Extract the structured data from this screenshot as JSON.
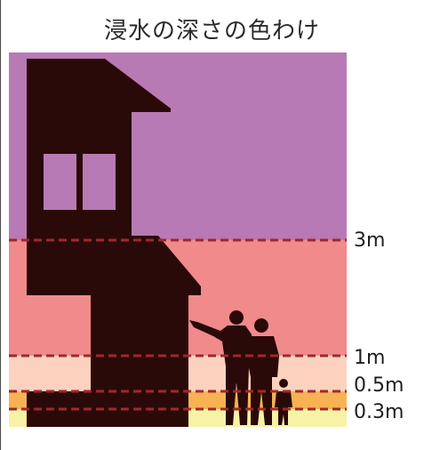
{
  "title": "浸水の深さの色わけ",
  "levels": [
    {
      "label": "3m",
      "color": "#b87ab5"
    },
    {
      "label": "1m",
      "color": "#f08a8b"
    },
    {
      "label": "0.5m",
      "color": "#fcd2bf"
    },
    {
      "label": "0.3m",
      "color": "#f6b253"
    },
    {
      "label": "",
      "color": "#f7f3a6"
    }
  ],
  "colors": {
    "silhouette": "#2a0a08",
    "dashed_line": "#a0282c"
  }
}
